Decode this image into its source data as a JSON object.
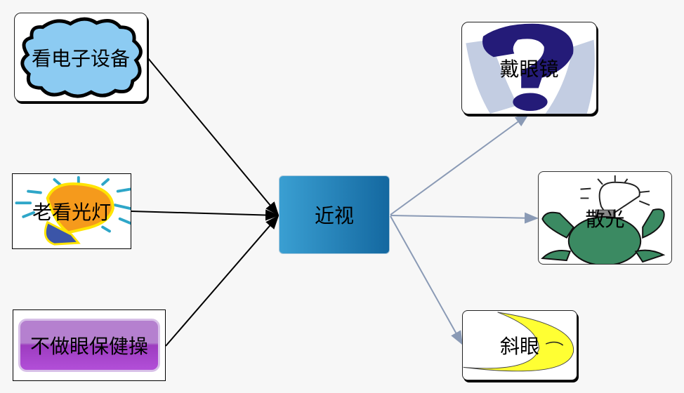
{
  "center": {
    "label": "近视",
    "color": "#1f7fb5"
  },
  "causes": [
    {
      "label": "看电子设备",
      "icon": "starburst-icon"
    },
    {
      "label": "老看光灯",
      "icon": "lightbulb-icon"
    },
    {
      "label": "不做眼保健操",
      "icon": "purple-button-icon"
    }
  ],
  "effects": [
    {
      "label": "戴眼镜",
      "icon": "question-mark-icon"
    },
    {
      "label": "散光",
      "icon": "bulb-creature-icon"
    },
    {
      "label": "斜眼",
      "icon": "crescent-moon-icon"
    }
  ],
  "colors": {
    "cause_edge": "#000000",
    "effect_edge": "#8a9ab5"
  }
}
